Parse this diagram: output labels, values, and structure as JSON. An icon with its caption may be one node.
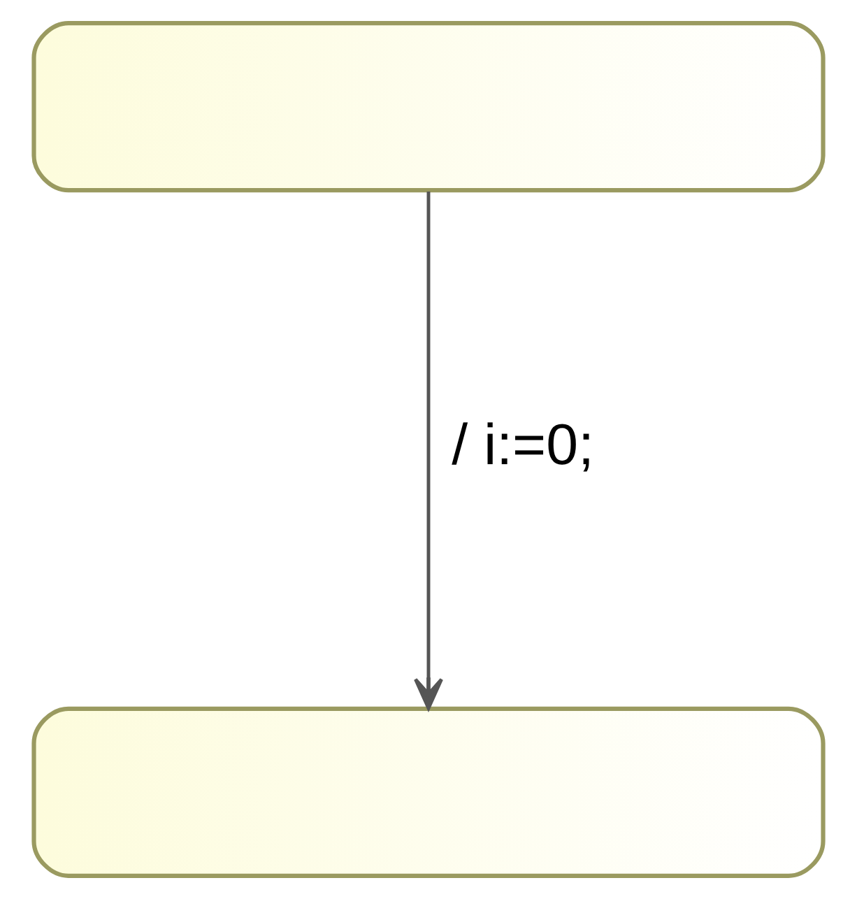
{
  "diagram": {
    "nodes": [
      {
        "text": [],
        "shape": "box"
      },
      {
        "text": [],
        "shape": "box"
      }
    ],
    "edges": [
      {
        "from": 0,
        "to": 1,
        "arrow": "to",
        "label": "/ i:=0;"
      }
    ]
  }
}
